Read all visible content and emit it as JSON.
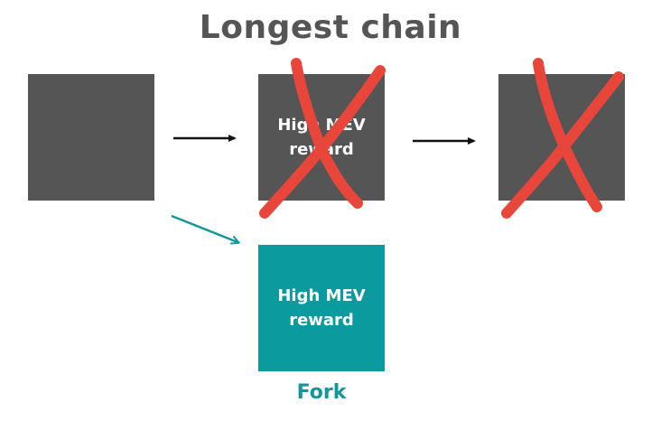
{
  "title": "Longest chain",
  "colors": {
    "block_dark": "#555555",
    "block_fork": "#0b9b9f",
    "cross": "#e8463a",
    "arrow": "#111111",
    "fork_arrow": "#14979b",
    "title": "#555555",
    "fork_label": "#14979b"
  },
  "blocks": [
    {
      "id": "block-1",
      "label": "",
      "crossed": false
    },
    {
      "id": "block-2",
      "label": "High MEV reward",
      "crossed": true
    },
    {
      "id": "block-3",
      "label": "",
      "crossed": true
    },
    {
      "id": "block-fork",
      "label": "High MEV reward",
      "crossed": false
    }
  ],
  "fork_label": "Fork"
}
